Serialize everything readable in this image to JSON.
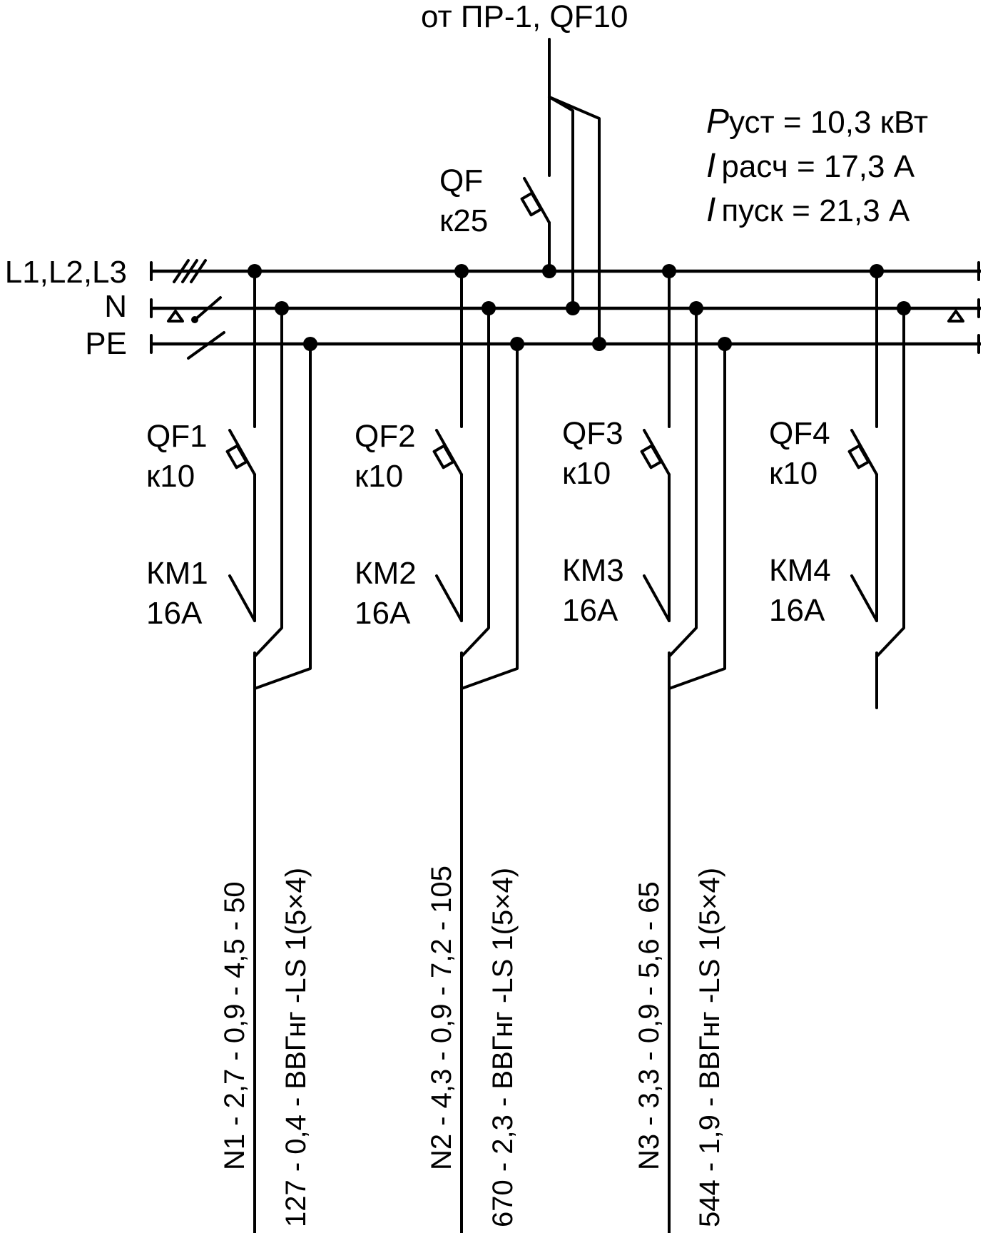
{
  "source_label": "от ПР-1, QF10",
  "main_breaker": {
    "name": "QF",
    "rating": "к25"
  },
  "params": {
    "p_symbol": "P",
    "p_text": "уст = 10,3 кВт",
    "i_calc_symbol": "I",
    "i_calc_text": "расч = 17,3 А",
    "i_start_symbol": "I",
    "i_start_text": "пуск = 21,3 А"
  },
  "buses": {
    "l": "L1,L2,L3",
    "n": "N",
    "pe": "PE"
  },
  "feeders": [
    {
      "breaker": "QF1",
      "breaker_rating": "к10",
      "contactor": "КМ1",
      "contactor_rating": "16А",
      "line_label": "N1 - 2,7 - 0,9 - 4,5 - 50",
      "cable_label": "127 - 0,4 - ВВГнг -LS 1(5×4)"
    },
    {
      "breaker": "QF2",
      "breaker_rating": "к10",
      "contactor": "КМ2",
      "contactor_rating": "16А",
      "line_label": "N2 - 4,3 - 0,9 - 7,2 - 105",
      "cable_label": "670 - 2,3 - ВВГнг -LS 1(5×4)"
    },
    {
      "breaker": "QF3",
      "breaker_rating": "к10",
      "contactor": "КМ3",
      "contactor_rating": "16А",
      "line_label": "N3 - 3,3 - 0,9 - 5,6 - 65",
      "cable_label": "544 - 1,9 - ВВГнг -LS 1(5×4)"
    },
    {
      "breaker": "QF4",
      "breaker_rating": "к10",
      "contactor": "КМ4",
      "contactor_rating": "16А"
    }
  ]
}
